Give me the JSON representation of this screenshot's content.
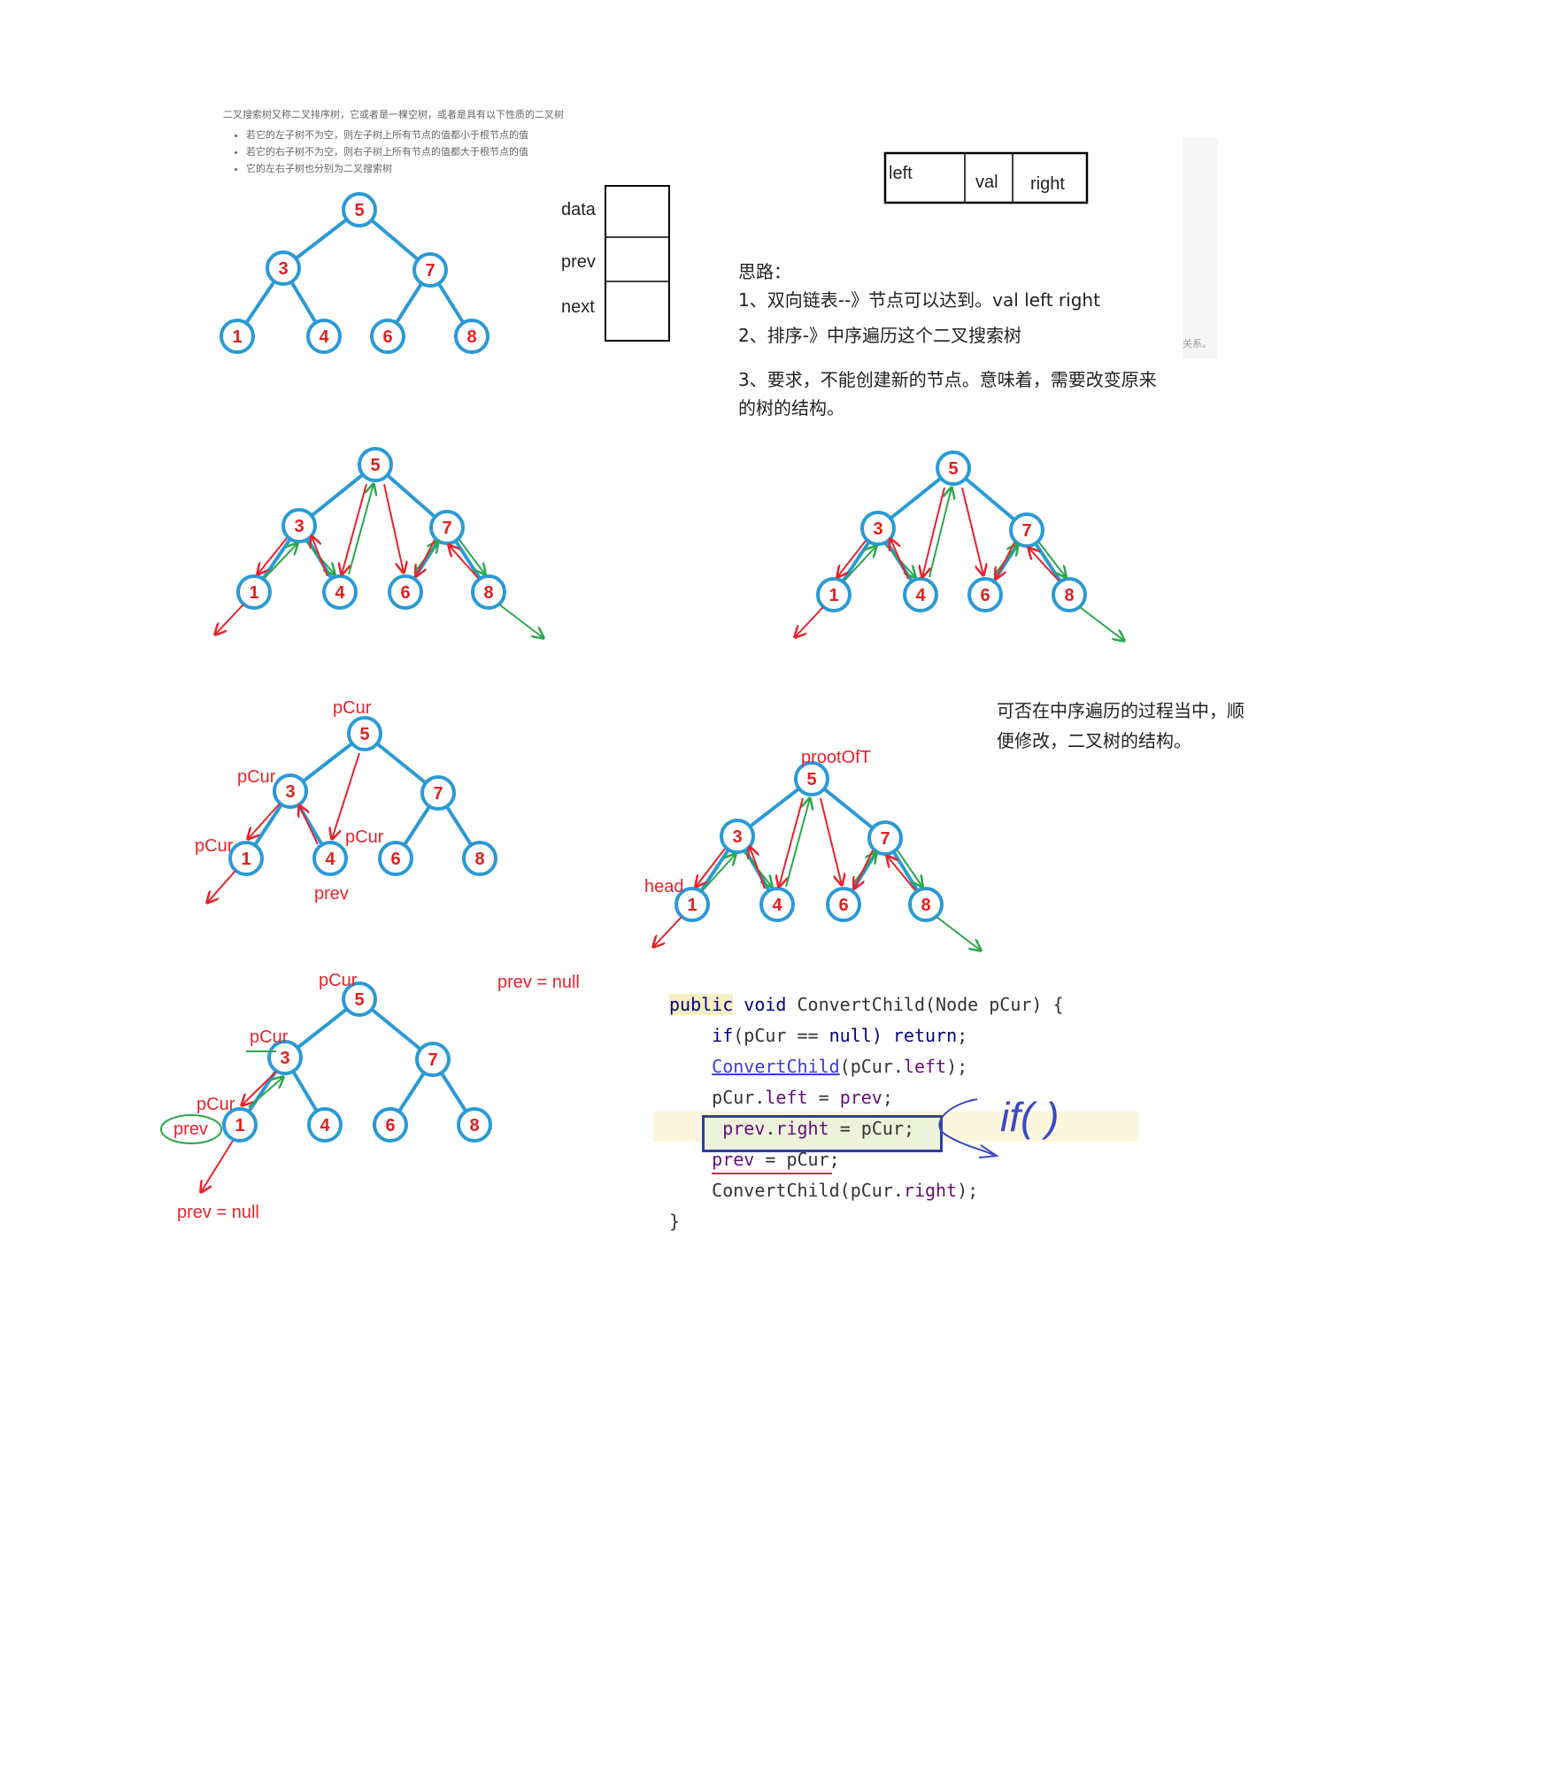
{
  "intro": {
    "line": "二叉搜索树又称二叉排序树，它或者是一棵空树，或者是具有以下性质的二叉树",
    "bullets": [
      "若它的左子树不为空，则左子树上所有节点的值都小于根节点的值",
      "若它的右子树不为空，则右子树上所有节点的值都大于根节点的值",
      "它的左右子树也分别为二叉搜索树"
    ]
  },
  "node_values": [
    "5",
    "3",
    "7",
    "1",
    "4",
    "6",
    "8"
  ],
  "list_node_fields": [
    "data",
    "prev",
    "next"
  ],
  "tree_node_fields": [
    "left",
    "val",
    "right"
  ],
  "thoughts": {
    "title": "思路：",
    "line1": "1、双向链表--》节点可以达到。val  left right",
    "line2": "2、排序-》中序遍历这个二叉搜索树",
    "line3a": "3、要求，不能创建新的节点。意味着，需要改变原来",
    "line3b": "的树的结构。"
  },
  "question": {
    "line1": "可否在中序遍历的过程当中，顺",
    "line2": "便修改，二叉树的结构。"
  },
  "side_text": "关系。",
  "labels": {
    "pcur": "pCur",
    "prev": "prev",
    "head": "head",
    "root": "prootOfT",
    "prev_null": "prev = null"
  },
  "code": {
    "pub": "public",
    "sig": " void ConvertChild(Node pCur) {",
    "void_kw": "void",
    "method": " ConvertChild(Node pCur) {",
    "l1_if": "if",
    "l1_mid": "(pCur == ",
    "l1_null": "null",
    "l1_ret": ") return",
    "l1_end": ";",
    "l2_call": "ConvertChild",
    "l2_arg": "(pCur.",
    "l2_field": "left",
    "l2_end": ");",
    "l3_a": "pCur.",
    "l3_f": "left",
    "l3_b": " = ",
    "l3_p": "prev",
    "l3_end": ";",
    "l4_p": "prev",
    "l4_dot": ".",
    "l4_f": "right",
    "l4_end": " = pCur;",
    "l5_p": "prev",
    "l5_end": " = pCur;",
    "l6_a": "ConvertChild(pCur.",
    "l6_f": "right",
    "l6_end": ");",
    "close": "}"
  },
  "handwriting": "if(   )",
  "colors": {
    "node": "#2a9ad6",
    "node_text": "#e02020",
    "red_arrow": "#e8232d",
    "green_arrow": "#2aa84a",
    "select_border": "#2c3fa6",
    "pen": "#3b48c8"
  }
}
